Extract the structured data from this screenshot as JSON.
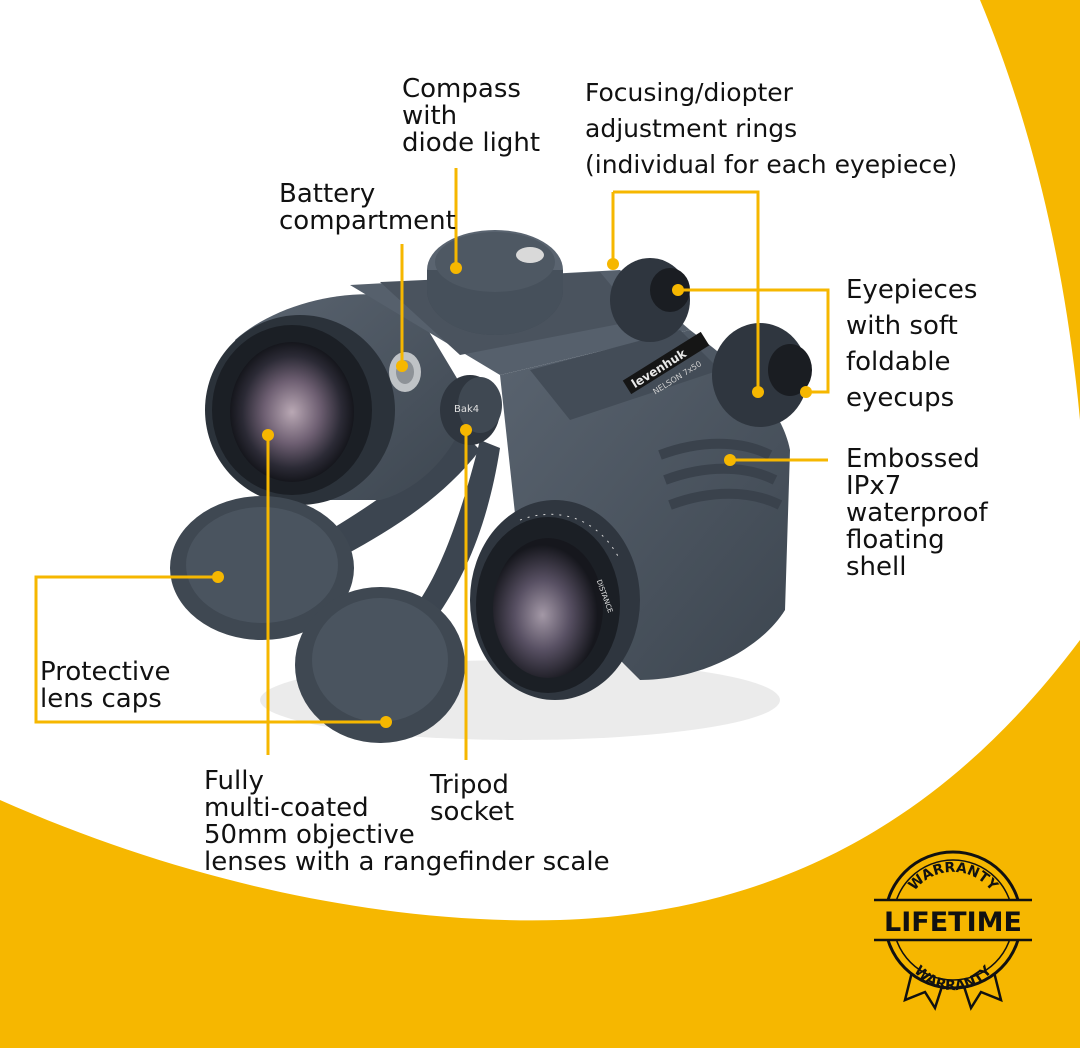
{
  "colors": {
    "accent": "#f6b700",
    "body": "#4d5763",
    "body_dark": "#2f363f",
    "body_light": "#6b7682"
  },
  "product": {
    "brand": "levenhuk",
    "model": "NELSON 7x50",
    "prism_label": "Bak4",
    "scale_label": "DISTANCE"
  },
  "callouts": {
    "compass": "Compass\nwith\ndiode light",
    "focusing": "Focusing/diopter\nadjustment rings\n(individual for each eyepiece)",
    "battery": "Battery\ncompartment",
    "eyepieces": "Eyepieces\nwith soft\nfoldable\neyecups",
    "shell": "Embossed\nIPx7\nwaterproof\nfloating\nshell",
    "lens_caps": "Protective\nlens caps",
    "objective": "Fully\nmulti-coated\n50mm objective\nlenses with a rangefinder scale",
    "tripod": "Tripod\nsocket"
  },
  "badge": {
    "top_text": "WARRANTY",
    "main_text": "LIFETIME",
    "bottom_text": "WARRANTY"
  }
}
